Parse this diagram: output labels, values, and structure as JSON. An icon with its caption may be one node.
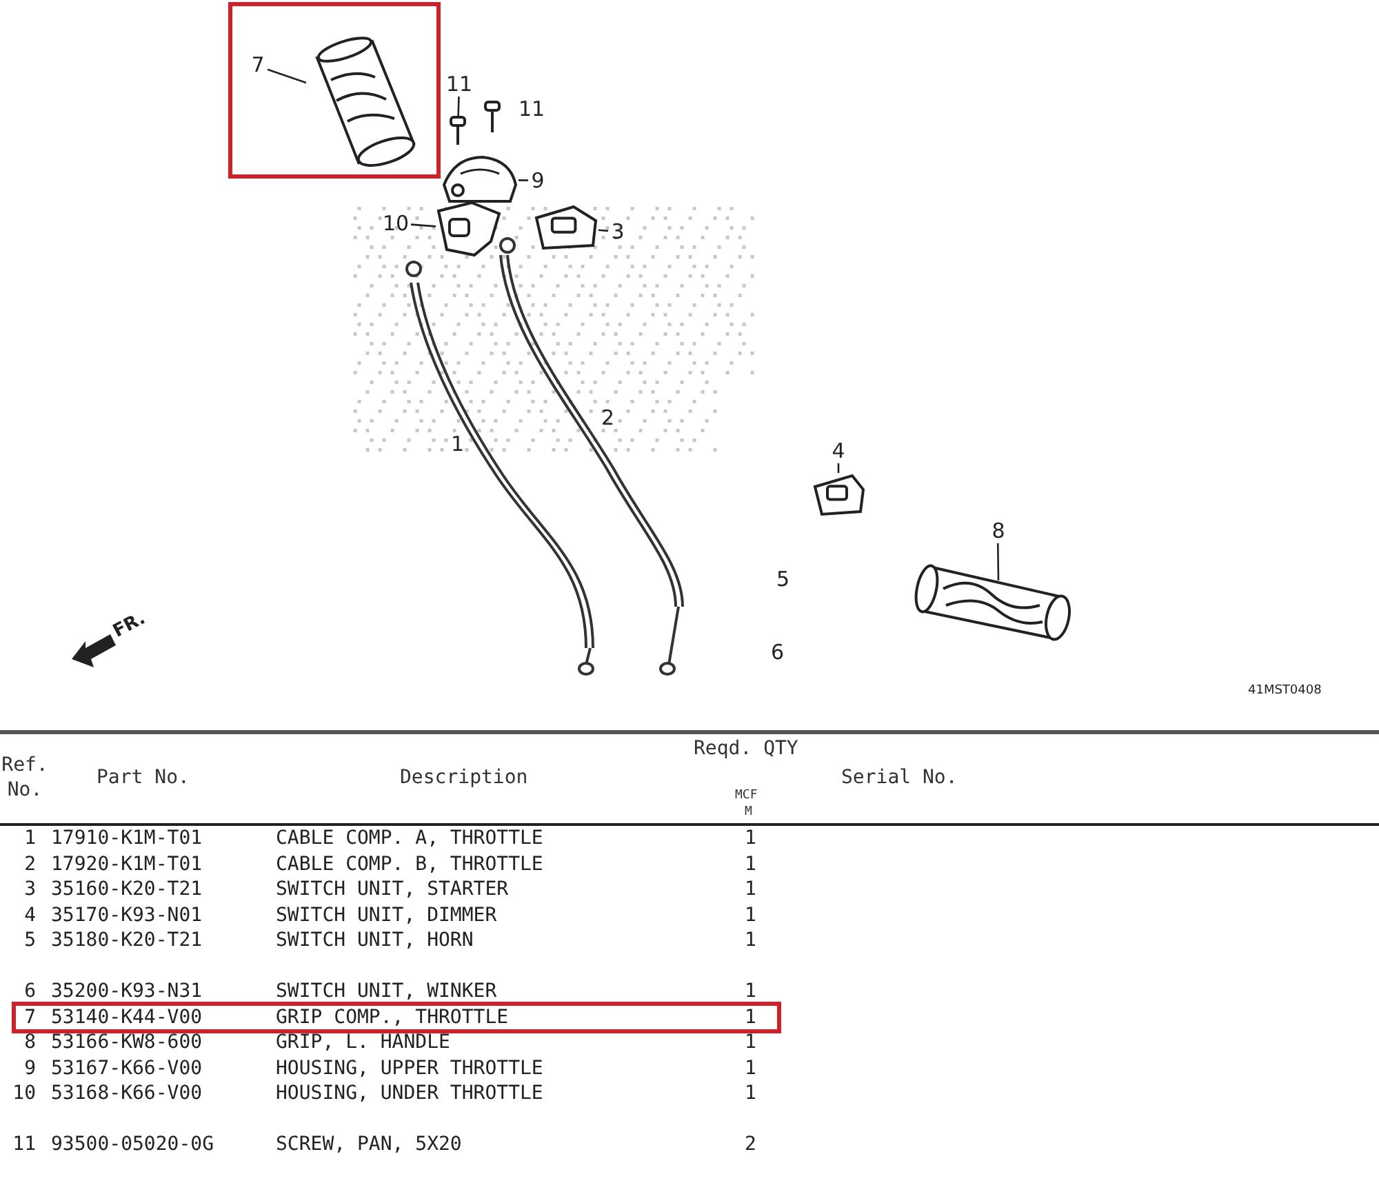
{
  "diagram": {
    "nodes": [
      {
        "text": [
          "7"
        ]
      },
      {
        "text": [],
        "shape": "picture"
      },
      {
        "text": [
          "11"
        ]
      },
      {
        "text": [],
        "shape": "picture"
      },
      {
        "text": [
          "9"
        ]
      },
      {
        "text": [],
        "shape": "picture"
      },
      {
        "text": [
          "10"
        ]
      },
      {
        "text": [],
        "shape": "picture"
      },
      {
        "text": [
          "3"
        ]
      },
      {
        "text": [],
        "shape": "picture"
      },
      {
        "text": [
          "4"
        ]
      },
      {
        "text": [],
        "shape": "picture"
      },
      {
        "text": [
          "8"
        ]
      },
      {
        "text": [],
        "shape": "picture"
      }
    ],
    "edges": [
      {
        "from": 0,
        "to": 1,
        "arrow": "none"
      },
      {
        "from": 2,
        "to": 3,
        "arrow": "none"
      },
      {
        "from": 4,
        "to": 5,
        "arrow": "none"
      },
      {
        "from": 6,
        "to": 7,
        "arrow": "none"
      },
      {
        "from": 8,
        "to": 9,
        "arrow": "none"
      },
      {
        "from": 10,
        "to": 11,
        "arrow": "none"
      },
      {
        "from": 12,
        "to": 13,
        "arrow": "none"
      }
    ],
    "labels": [
      "11",
      "1",
      "2",
      "5",
      "6",
      "FR.",
      "41MST0408",
      "Ref. No.",
      "Part No.",
      "Description",
      "Reqd. QTY",
      "MCF",
      "M",
      "Serial No.",
      "1",
      "17910-K1M-T01",
      "CABLE COMP. A, THROTTLE",
      "1",
      "2",
      "17920-K1M-T01",
      "CABLE COMP. B, THROTTLE",
      "1",
      "3",
      "35160-K20-T21",
      "SWITCH UNIT, STARTER",
      "1",
      "4",
      "35170-K93-N01",
      "SWITCH UNIT, DIMMER",
      "1",
      "5",
      "35180-K20-T21",
      "SWITCH UNIT, HORN",
      "1",
      "6",
      "35200-K93-N31",
      "SWITCH UNIT, WINKER",
      "1",
      "7",
      "53140-K44-V00",
      "GRIP COMP., THROTTLE",
      "1",
      "8",
      "53166-KW8-600",
      "GRIP, L. HANDLE",
      "1",
      "9",
      "53167-K66-V00",
      "HOUSING, UPPER THROTTLE",
      "1",
      "10",
      "53168-K66-V00",
      "HOUSING, UNDER THROTTLE",
      "1",
      "11",
      "93500-05020-0G",
      "SCREW, PAN, 5X20",
      "2"
    ]
  }
}
